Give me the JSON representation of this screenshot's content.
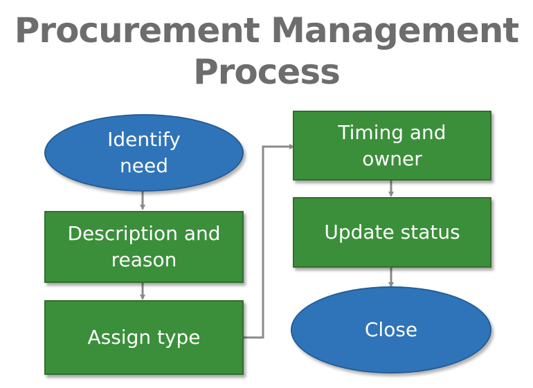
{
  "title": "Procurement Management\nProcess",
  "nodes": {
    "identify_need": "Identify\nneed",
    "description_and_reason": "Description and\nreason",
    "assign_type": "Assign type",
    "timing_and_owner": "Timing and\nowner",
    "update_status": "Update status",
    "close": "Close"
  },
  "colors": {
    "rect_fill": "#3b8f3a",
    "ellipse_fill": "#2f74b8",
    "connector": "#8a8a8a",
    "title": "#6d6d6d"
  }
}
